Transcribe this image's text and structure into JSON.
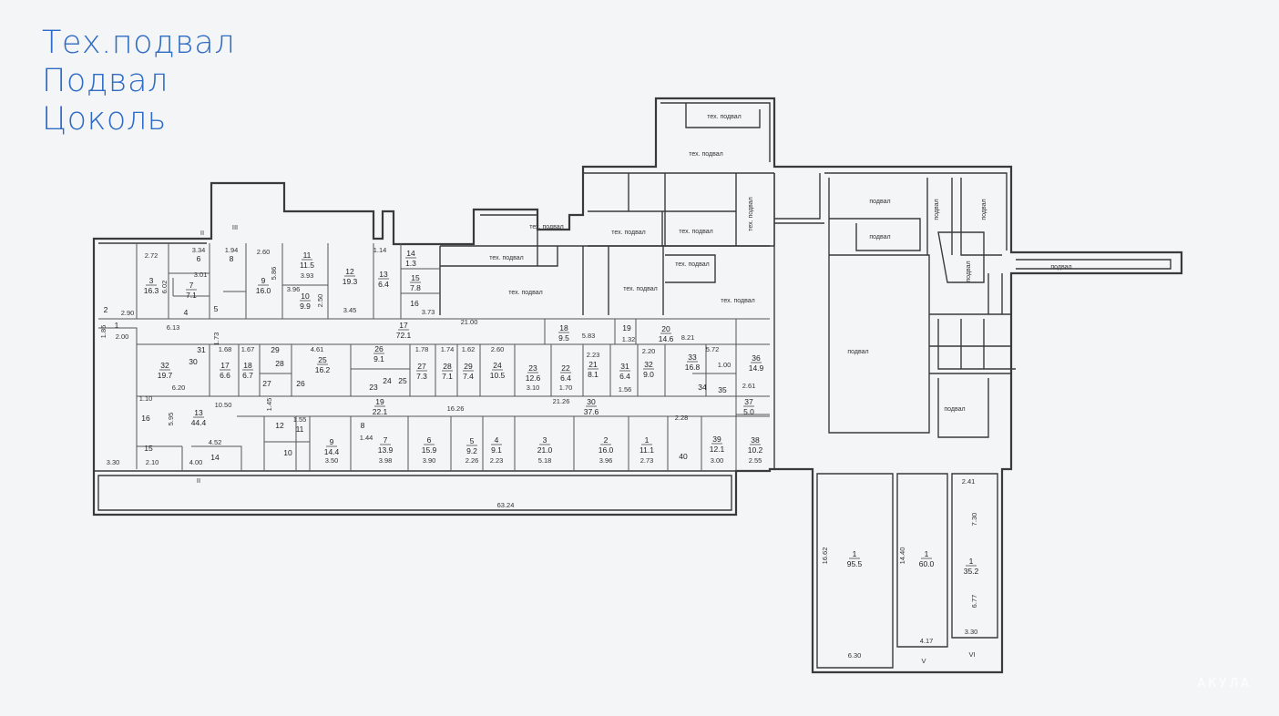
{
  "title_lines": [
    "Тех.подвал",
    "Подвал",
    "Цоколь"
  ],
  "watermark": "АКУЛА",
  "rooms": [
    {
      "num": "3",
      "area": "16.3"
    },
    {
      "num": "7",
      "area": "7.1"
    },
    {
      "num": "9",
      "area": "16.0"
    },
    {
      "num": "11",
      "area": "11.5"
    },
    {
      "num": "10",
      "area": "9.9"
    },
    {
      "num": "12",
      "area": "19.3"
    },
    {
      "num": "13",
      "area": "6.4"
    },
    {
      "num": "14",
      "area": "1.3"
    },
    {
      "num": "15",
      "area": "7.8"
    },
    {
      "num": "17",
      "area": "72.1"
    },
    {
      "num": "32",
      "area": "19.7"
    },
    {
      "num": "17",
      "area": "6.6"
    },
    {
      "num": "18",
      "area": "6.7"
    },
    {
      "num": "25",
      "area": "16.2"
    },
    {
      "num": "26",
      "area": "9.1"
    },
    {
      "num": "27",
      "area": "7.3"
    },
    {
      "num": "28",
      "area": "7.1"
    },
    {
      "num": "29",
      "area": "7.4"
    },
    {
      "num": "24",
      "area": "10.5"
    },
    {
      "num": "23",
      "area": "12.6"
    },
    {
      "num": "22",
      "area": "6.4"
    },
    {
      "num": "21",
      "area": "8.1"
    },
    {
      "num": "31",
      "area": "6.4"
    },
    {
      "num": "32",
      "area": "9.0"
    },
    {
      "num": "33",
      "area": "16.8"
    },
    {
      "num": "36",
      "area": "14.9"
    },
    {
      "num": "18",
      "area": "9.5"
    },
    {
      "num": "20",
      "area": "14.6"
    },
    {
      "num": "30",
      "area": "37.6"
    },
    {
      "num": "37",
      "area": "5.0"
    },
    {
      "num": "19",
      "area": "22.1"
    },
    {
      "num": "13",
      "area": "44.4"
    },
    {
      "num": "9",
      "area": "14.4"
    },
    {
      "num": "7",
      "area": "13.9"
    },
    {
      "num": "6",
      "area": "15.9"
    },
    {
      "num": "5",
      "area": "9.2"
    },
    {
      "num": "4",
      "area": "9.1"
    },
    {
      "num": "3",
      "area": "21.0"
    },
    {
      "num": "2",
      "area": "16.0"
    },
    {
      "num": "1",
      "area": "11.1"
    },
    {
      "num": "39",
      "area": "12.1"
    },
    {
      "num": "38",
      "area": "10.2"
    },
    {
      "num": "1",
      "area": "95.5"
    },
    {
      "num": "1",
      "area": "60.0"
    },
    {
      "num": "1",
      "area": "35.2"
    }
  ],
  "small_numbers": [
    "6",
    "8",
    "5",
    "4",
    "1",
    "2",
    "16",
    "31",
    "30",
    "29",
    "28",
    "27",
    "26",
    "24",
    "25",
    "23",
    "19",
    "34",
    "35",
    "12",
    "11",
    "10",
    "8",
    "16",
    "15",
    "14",
    "40"
  ],
  "dimensions": [
    "63.24",
    "21.00",
    "21.26",
    "10.50",
    "16.26",
    "6.13",
    "8.21",
    "5.83",
    "5.72",
    "6.20",
    "3.30",
    "2.72",
    "3.34",
    "1.94",
    "2.60",
    "3.93",
    "3.96",
    "3.45",
    "3.73",
    "5.86",
    "2.50",
    "1.73",
    "2.90",
    "2.00",
    "1.68",
    "1.67",
    "4.61",
    "1.78",
    "1.74",
    "1.62",
    "2.60",
    "3.10",
    "1.70",
    "2.23",
    "2.20",
    "1.56",
    "1.00",
    "2.61",
    "4.52",
    "4.00",
    "2.10",
    "3.50",
    "3.98",
    "3.90",
    "2.26",
    "2.23",
    "5.18",
    "3.96",
    "2.73",
    "3.00",
    "2.55",
    "2.28",
    "6.30",
    "4.17",
    "3.30",
    "2.41",
    "16.62",
    "14.40",
    "7.30",
    "6.77",
    "1.10",
    "5.95",
    "1.45",
    "1.55",
    "1.44",
    "1.32",
    "1.86",
    "6.02",
    "3.01",
    "1.14"
  ],
  "zones": [
    "тех. подвал",
    "тех. подвал",
    "тех. подвал",
    "тех. подвал",
    "тех. подвал",
    "тех. подвал",
    "тех. подвал",
    "тех. подвал",
    "тех. подвал",
    "тех. подвал",
    "тех. подвал",
    "подвал",
    "подвал",
    "подвал",
    "подвал",
    "подвал",
    "подвал",
    "подвал",
    "подвал"
  ],
  "axis_marks": [
    "II",
    "II",
    "III",
    "V",
    "VI"
  ]
}
